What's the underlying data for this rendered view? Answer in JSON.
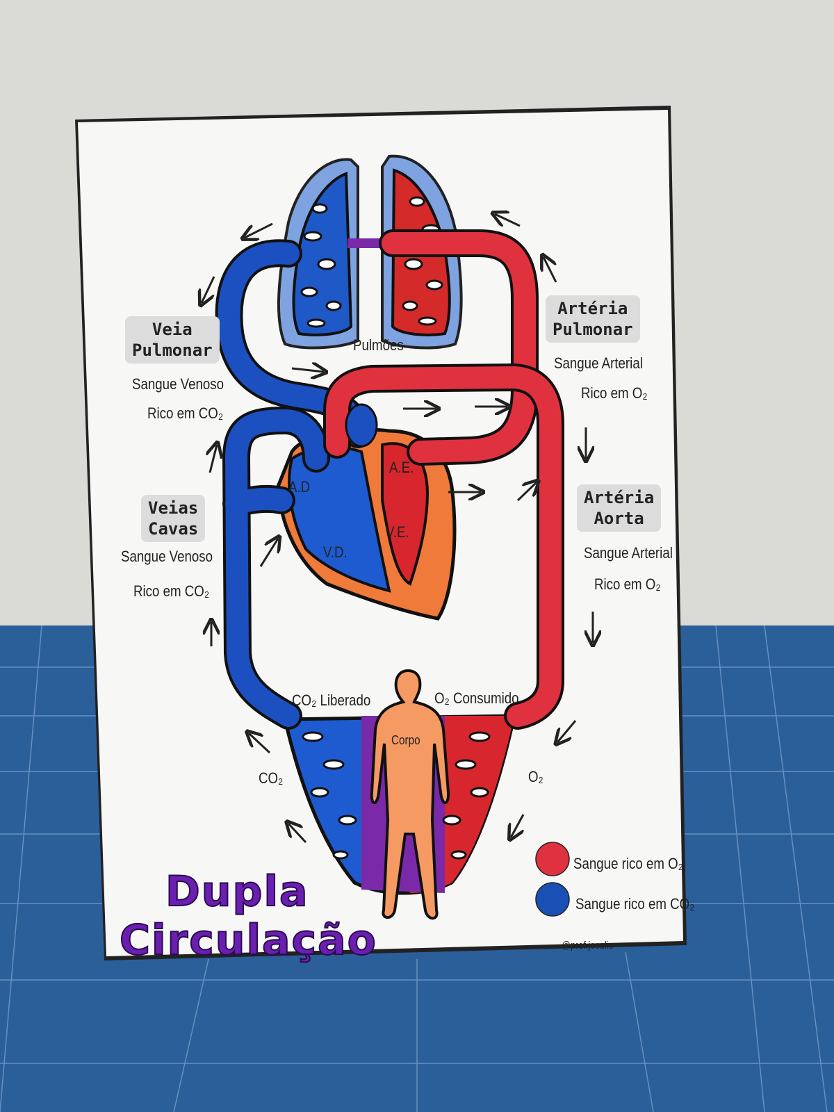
{
  "labels": {
    "veia_pulmonar": [
      "Veia",
      "Pulmonar"
    ],
    "arteria_pulmonar": [
      "Artéria",
      "Pulmonar"
    ],
    "veias_cavas": [
      "Veias",
      "Cavas"
    ],
    "arteria_aorta": [
      "Artéria",
      "Aorta"
    ]
  },
  "captions": {
    "veia_pulmonar": [
      "Sangue Venoso",
      "Rico em CO₂"
    ],
    "arteria_pulmonar": [
      "Sangue Arterial",
      "Rico em O₂"
    ],
    "veias_cavas": [
      "Sangue Venoso",
      "Rico em CO₂"
    ],
    "arteria_aorta": [
      "Sangue Arterial",
      "Rico em O₂"
    ]
  },
  "organs": {
    "lungs": "Pulmões",
    "body": "Corpo",
    "heart_chambers": [
      "A.D",
      "A.E.",
      "V.D.",
      "V.E."
    ]
  },
  "exchange": {
    "co2_released": "CO₂ Liberado",
    "o2_consumed": "O₂ Consumido",
    "co2": "CO₂",
    "o2": "O₂"
  },
  "legend": [
    {
      "label": "Sangue rico em O₂",
      "color": "#e0313f"
    },
    {
      "label": "Sangue rico em CO₂",
      "color": "#1a4fb5"
    }
  ],
  "title": [
    "Dupla",
    "Circulação"
  ],
  "credit": "@prof.jocelio",
  "colors": {
    "red": "#e0313f",
    "blue": "#1a4fb5",
    "orange": "#f07a3a",
    "purple": "#6a1fb0"
  }
}
